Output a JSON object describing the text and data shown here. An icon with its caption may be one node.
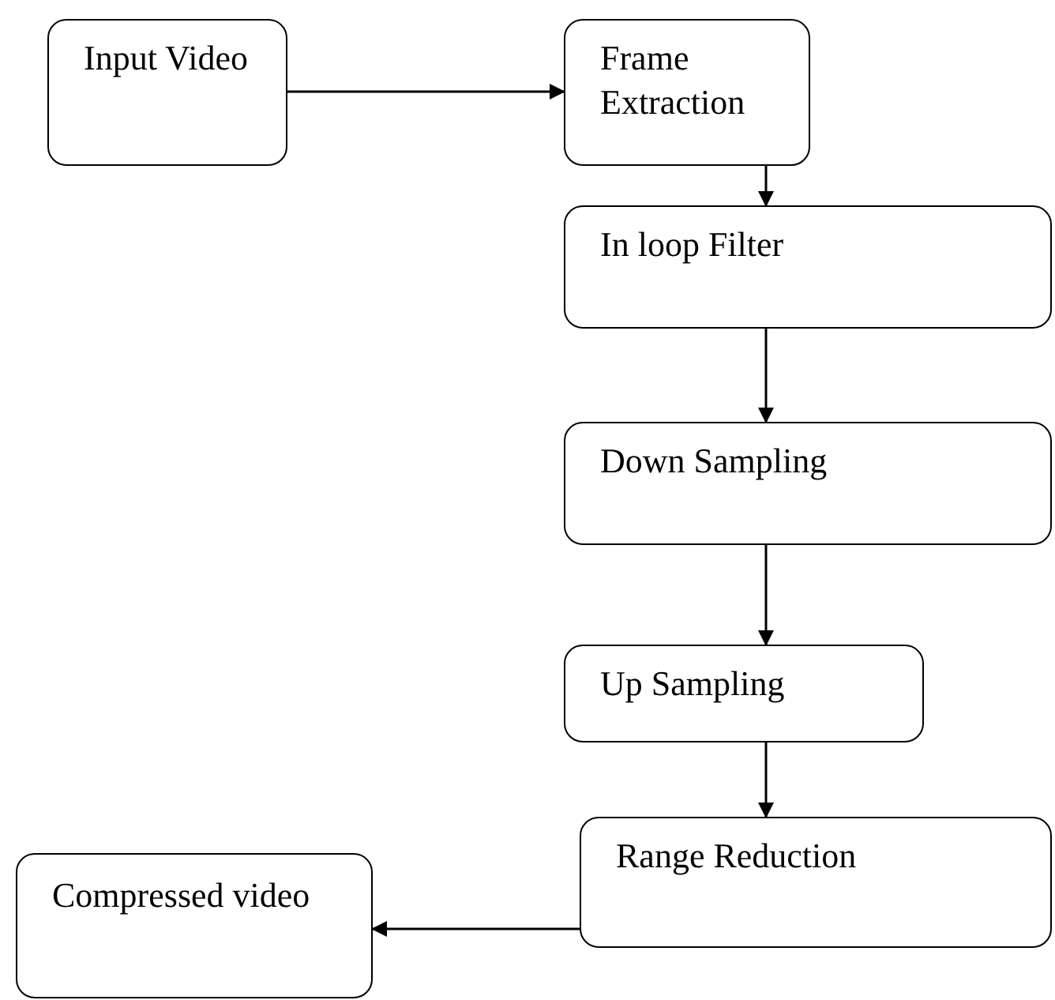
{
  "diagram": {
    "nodes": [
      {
        "text": [
          "Input Video"
        ]
      },
      {
        "text": [
          "Frame Extraction"
        ]
      },
      {
        "text": [
          "In loop Filter"
        ]
      },
      {
        "text": [
          "Down Sampling"
        ]
      },
      {
        "text": [
          "Up Sampling"
        ]
      },
      {
        "text": [
          "Range Reduction"
        ]
      },
      {
        "text": [
          "Compressed video"
        ]
      }
    ],
    "edges": [
      {
        "from": 0,
        "to": 1,
        "arrow": "to"
      },
      {
        "from": 1,
        "to": 2,
        "arrow": "to"
      },
      {
        "from": 2,
        "to": 3,
        "arrow": "to"
      },
      {
        "from": 3,
        "to": 4,
        "arrow": "to"
      },
      {
        "from": 4,
        "to": 5,
        "arrow": "to"
      },
      {
        "from": 5,
        "to": 6,
        "arrow": "to"
      }
    ]
  }
}
